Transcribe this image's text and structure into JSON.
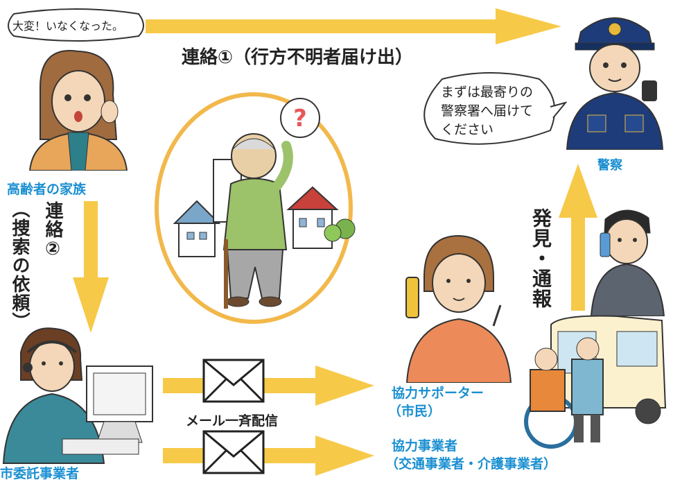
{
  "family": {
    "speech": "大変！いなくなった。",
    "label": "高齢者の家族"
  },
  "police": {
    "speech": [
      "まずは最寄りの",
      "警察署へ届けて",
      "ください"
    ],
    "label": "警察"
  },
  "flows": {
    "contact1": "連絡①（行方不明者届け出）",
    "contact2_line1": "連絡②",
    "contact2_line2": "（捜索の依頼）",
    "discovery": "発見・通報",
    "mail": "メール一斉配信"
  },
  "operator": {
    "label": "市委託事業者"
  },
  "supporter": {
    "label_line1": "協力サポーター",
    "label_line2": "（市民）"
  },
  "business": {
    "label_line1": "協力事業者",
    "label_line2": "（交通事業者・介護事業者）"
  },
  "colors": {
    "arrow": "#f7c948",
    "label_blue": "#1a8fd1",
    "circle": "#f2b84b"
  }
}
